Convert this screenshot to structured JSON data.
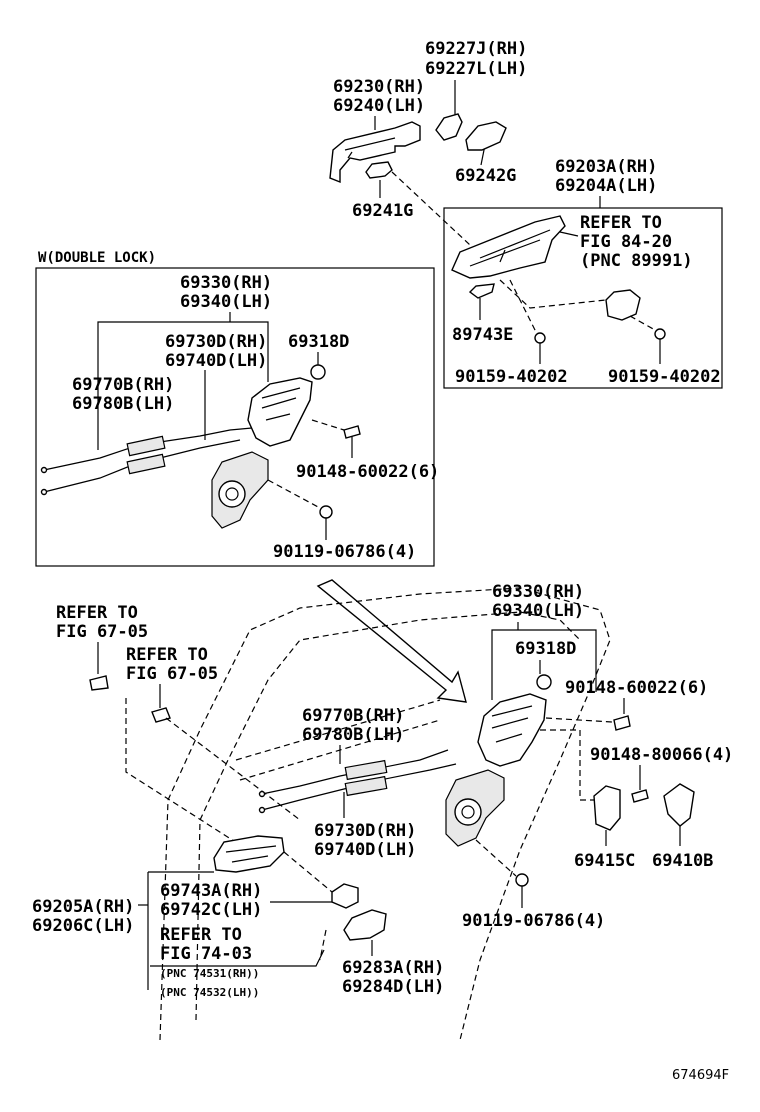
{
  "labels": {
    "p69227j": "69227J(RH)",
    "p69227l": "69227L(LH)",
    "p69230": "69230(RH)",
    "p69240": "69240(LH)",
    "p69242g": "69242G",
    "p69241g": "69241G",
    "p69203a": "69203A(RH)",
    "p69204a": "69204A(LH)",
    "ref8420_1": "REFER TO",
    "ref8420_2": "FIG 84-20",
    "ref8420_3": "(PNC 89991)",
    "p89743e": "89743E",
    "p90159a": "90159-40202",
    "p90159b": "90159-40202",
    "wdouble": "W(DOUBLE LOCK)",
    "in69330": "69330(RH)",
    "in69340": "69340(LH)",
    "in69730": "69730D(RH)",
    "in69740": "69740D(LH)",
    "in69318": "69318D",
    "in69770": "69770B(RH)",
    "in69780": "69780B(LH)",
    "in90148": "90148-60022(6)",
    "in90119": "90119-06786(4)",
    "ref6705a_1": "REFER TO",
    "ref6705a_2": "FIG 67-05",
    "ref6705b_1": "REFER TO",
    "ref6705b_2": "FIG 67-05",
    "m69330": "69330(RH)",
    "m69340": "69340(LH)",
    "m69318": "69318D",
    "m90148a": "90148-60022(6)",
    "m69770": "69770B(RH)",
    "m69780": "69780B(LH)",
    "m90148b": "90148-80066(4)",
    "m69730": "69730D(RH)",
    "m69740": "69740D(LH)",
    "m69415": "69415C",
    "m69410": "69410B",
    "m69743": "69743A(RH)",
    "m69742": "69742C(LH)",
    "m69205": "69205A(RH)",
    "m69206": "69206C(LH)",
    "m90119": "90119-06786(4)",
    "ref7403_1": "REFER TO",
    "ref7403_2": "FIG 74-03",
    "pnc74531": "(PNC 74531(RH))",
    "pnc74532": "(PNC 74532(LH))",
    "m69283": "69283A(RH)",
    "m69284": "69284D(LH)",
    "figid": "674694F"
  }
}
